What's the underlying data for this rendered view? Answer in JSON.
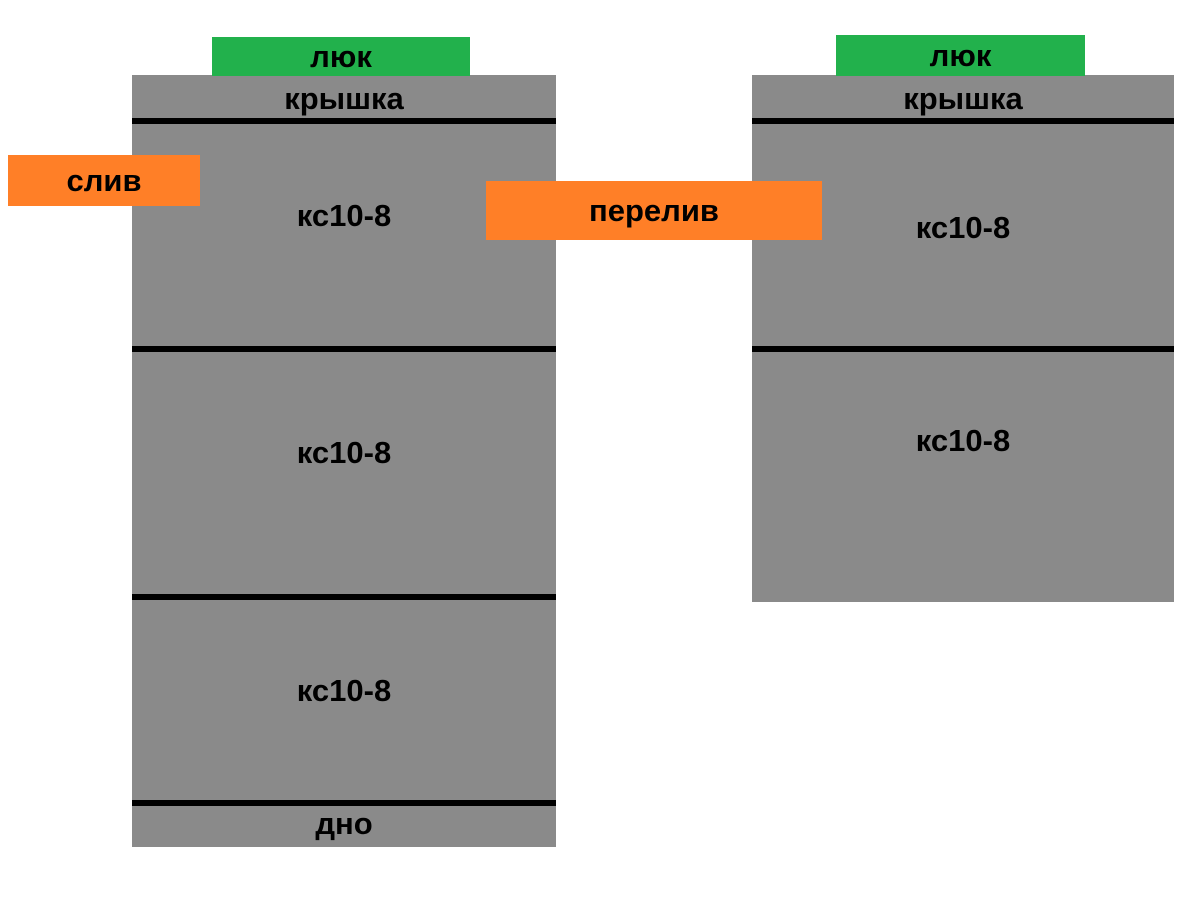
{
  "colors": {
    "tank_gray": "#8a8a8a",
    "hatch_green": "#22b14c",
    "pipe_orange": "#ff7f27",
    "separator_black": "#000000",
    "background": "#ffffff"
  },
  "diagram": {
    "type": "septic-tank-schematic",
    "tanks": [
      {
        "id": "left-tank",
        "hatch_label": "люк",
        "lid_label": "крышка",
        "bottom_label": "дно",
        "rings": [
          {
            "label": "кс10-8"
          },
          {
            "label": "кс10-8"
          },
          {
            "label": "кс10-8"
          }
        ]
      },
      {
        "id": "right-tank",
        "hatch_label": "люк",
        "lid_label": "крышка",
        "rings": [
          {
            "label": "кс10-8"
          },
          {
            "label": "кс10-8"
          }
        ]
      }
    ],
    "pipes": [
      {
        "id": "drain-pipe",
        "label": "слив"
      },
      {
        "id": "overflow-pipe",
        "label": "перелив"
      }
    ]
  }
}
